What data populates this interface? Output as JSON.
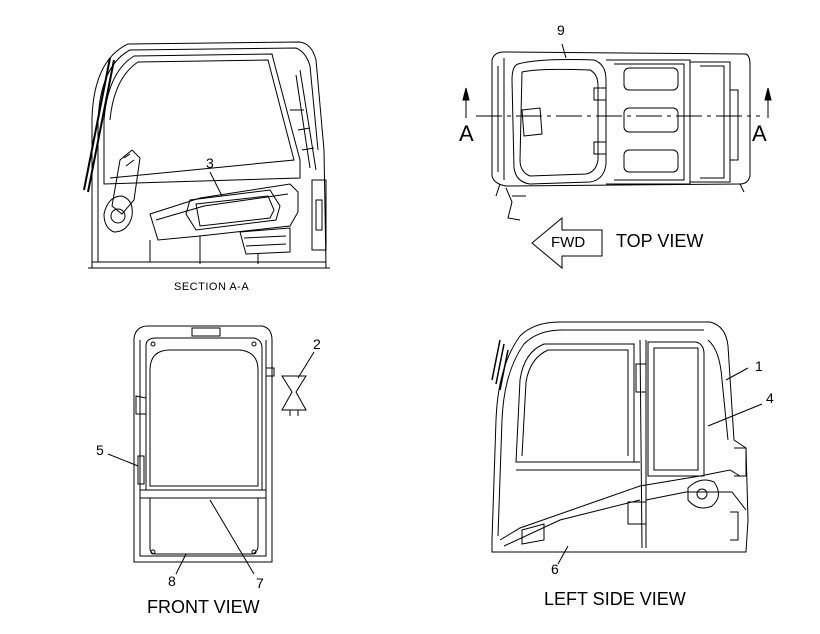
{
  "callouts": {
    "c1": "1",
    "c2": "2",
    "c3": "3",
    "c4": "4",
    "c5": "5",
    "c6": "6",
    "c7": "7",
    "c8": "8",
    "c9": "9"
  },
  "views": {
    "section": "SECTION A-A",
    "top": "TOP VIEW",
    "front": "FRONT VIEW",
    "left_side": "LEFT SIDE VIEW"
  },
  "section_markers": {
    "left": "A",
    "right": "A"
  },
  "direction": {
    "fwd": "FWD"
  }
}
